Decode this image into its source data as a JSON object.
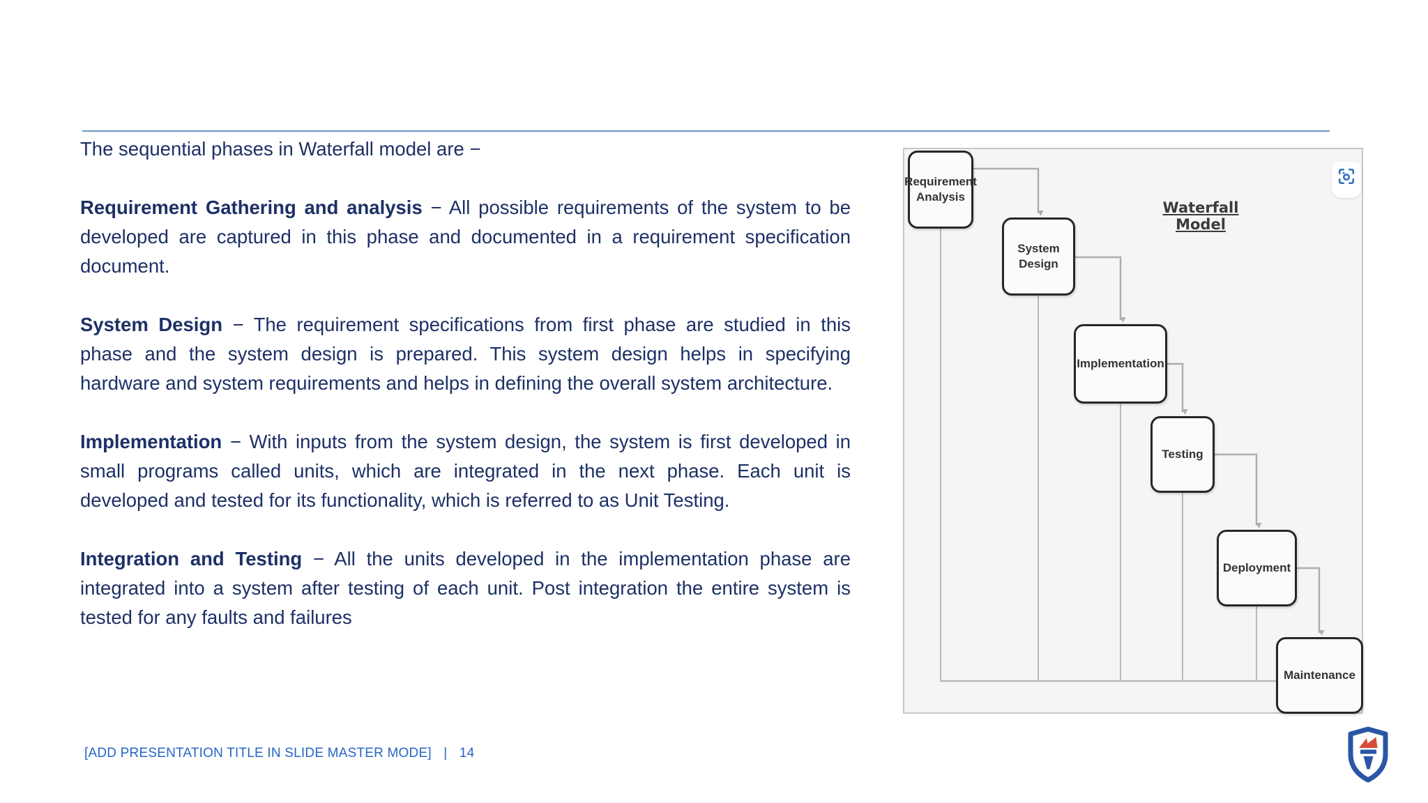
{
  "slide": {
    "intro": "The sequential phases in Waterfall model are −",
    "paragraphs": [
      {
        "heading": "Requirement Gathering and analysis",
        "rest": "− All possible requirements of the system to be developed are captured in this phase and documented in a requirement specification document."
      },
      {
        "heading": "System Design",
        "rest": "− The requirement specifications from first phase are studied in this phase and the system design is prepared. This system design helps in specifying hardware and system requirements and helps in defining the overall system architecture."
      },
      {
        "heading": "Implementation",
        "rest": "− With inputs from the system design, the system is first developed in small programs called units, which are integrated in the next phase. Each unit is developed and tested for its functionality, which is referred to as Unit Testing."
      },
      {
        "heading": "Integration and Testing",
        "rest": "− All the units developed in the implementation phase are integrated into a system after testing of each unit. Post integration the entire system is tested for any faults and failures"
      }
    ],
    "footer": {
      "title": "[ADD PRESENTATION TITLE IN SLIDE MASTER MODE]",
      "separator": "|",
      "page_number": "14"
    }
  },
  "diagram": {
    "title": "Waterfall Model",
    "boxes": [
      {
        "label": "Requirement\nAnalysis"
      },
      {
        "label": "System\nDesign"
      },
      {
        "label": "Implementation"
      },
      {
        "label": "Testing"
      },
      {
        "label": "Deployment"
      },
      {
        "label": "Maintenance"
      }
    ],
    "flow_order": [
      "Requirement Analysis",
      "System Design",
      "Implementation",
      "Testing",
      "Deployment",
      "Maintenance"
    ],
    "icons": {
      "visual_search": "visual-search-icon"
    }
  },
  "colors": {
    "body_text": "#1d3066",
    "footer_text": "#2565c8",
    "top_rule": "#6f95c5",
    "diagram_background": "#f5f5f6",
    "diagram_border": "#c6c6c9",
    "box_border": "#272727",
    "box_text": "#333333",
    "connector": "#aeaeb1",
    "visual_search_icon": "#2d6fbf",
    "logo_blue": "#2b55a5",
    "logo_red": "#d84b3a"
  }
}
